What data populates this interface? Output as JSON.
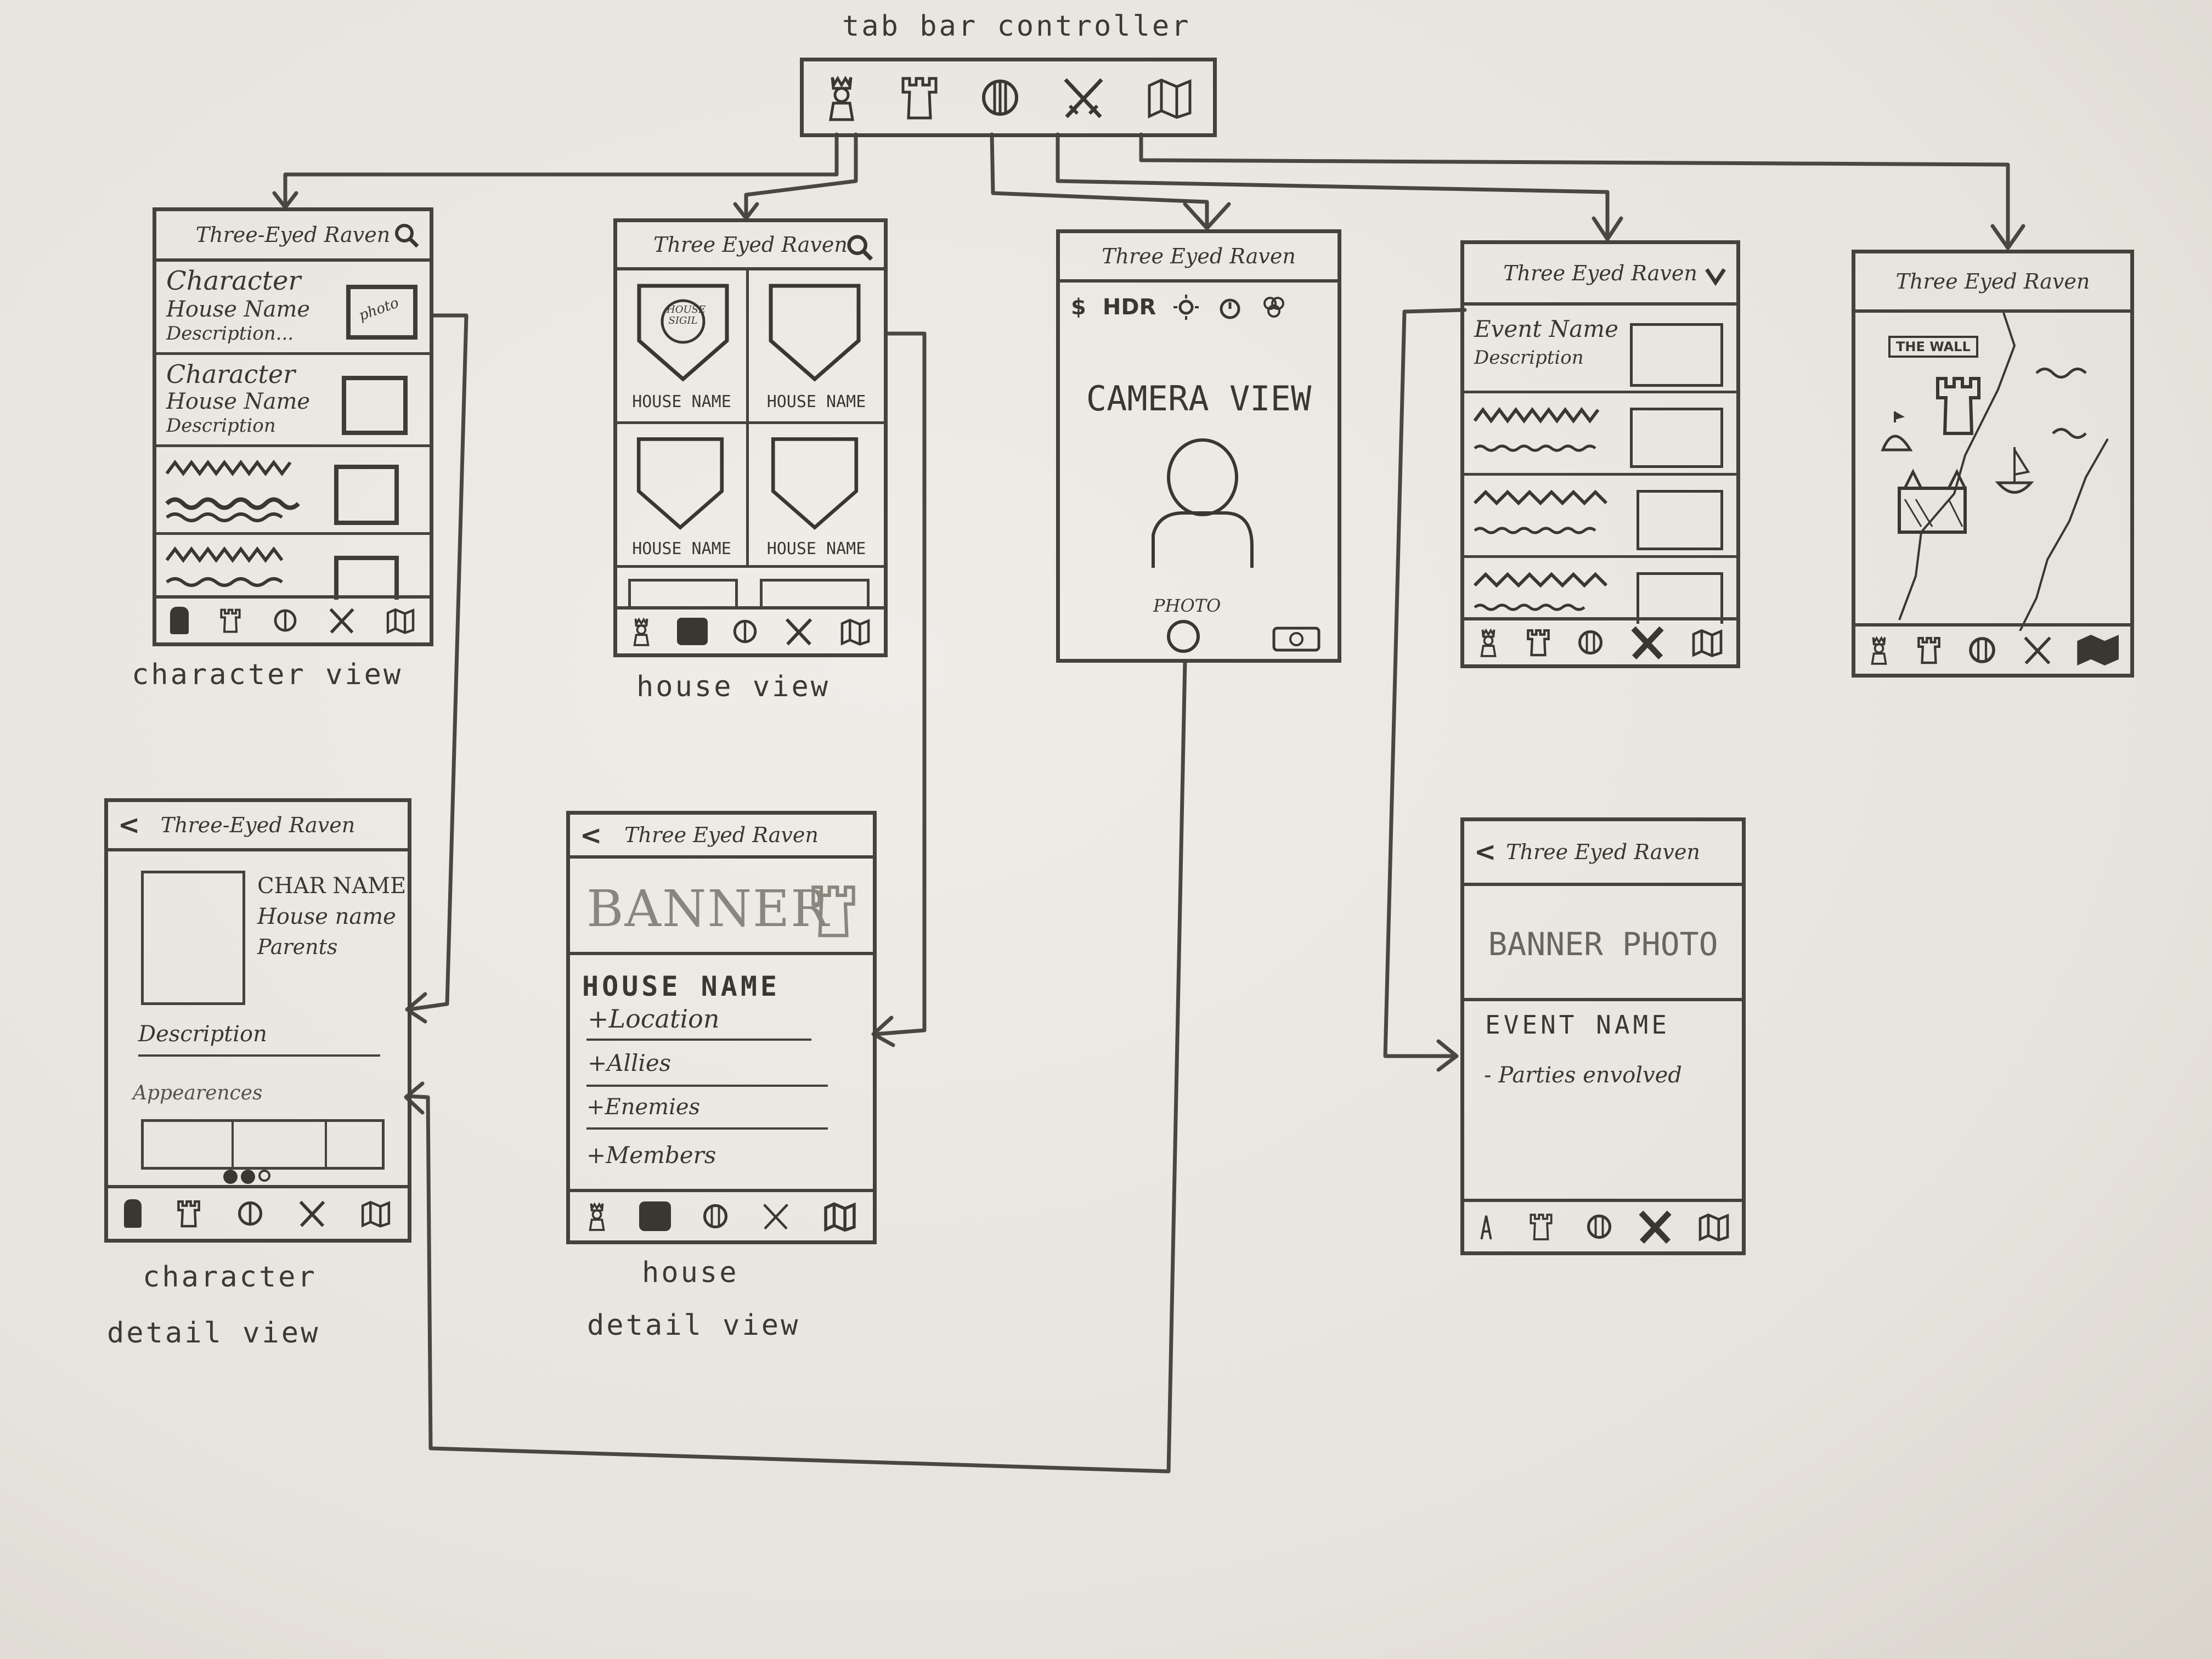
{
  "app_title": "Three-Eyed Raven",
  "app_title_short": "Three Eyed Raven",
  "tab_bar": {
    "label": "tab bar controller",
    "icons": [
      "character-icon",
      "castle-icon",
      "shield-icon",
      "crossed-swords-icon",
      "map-icon"
    ]
  },
  "character_view": {
    "label": "character view",
    "rows": [
      {
        "name": "Character",
        "house": "House Name",
        "desc": "Description...",
        "thumb": "photo"
      },
      {
        "name": "Character",
        "house": "House Name",
        "desc": "Description",
        "thumb": ""
      }
    ]
  },
  "house_view": {
    "label": "house view",
    "sigil_label": "HOUSE SIGIL",
    "cells": [
      "HOUSE NAME",
      "HOUSE NAME",
      "HOUSE NAME",
      "HOUSE NAME"
    ]
  },
  "camera_view": {
    "controls": [
      "$",
      "HDR"
    ],
    "main_text": "CAMERA VIEW",
    "photo_label": "PHOTO"
  },
  "event_view": {
    "rows": [
      {
        "name": "Event Name",
        "desc": "Description"
      }
    ]
  },
  "map_view": {
    "wall_label": "THE WALL"
  },
  "character_detail": {
    "label_line1": "character",
    "label_line2": "detail view",
    "name": "CHAR NAME",
    "house": "House name",
    "parents": "Parents",
    "description": "Description",
    "appearances": "Appearences"
  },
  "house_detail": {
    "label_line1": "house",
    "label_line2": "detail view",
    "banner": "BANNER",
    "house_name": "HOUSE NAME",
    "items": [
      "+Location",
      "+Allies",
      "+Enemies",
      "+Members"
    ]
  },
  "event_detail": {
    "banner": "BANNER PHOTO",
    "event_name": "EVENT NAME",
    "parties": "- Parties envolved"
  }
}
